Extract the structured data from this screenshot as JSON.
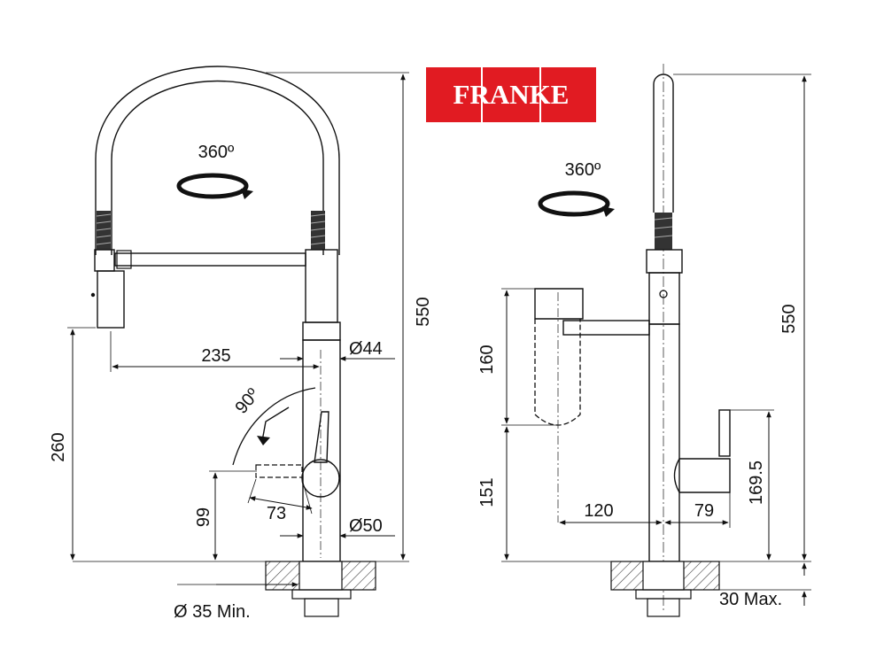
{
  "brand": {
    "name": "FRANKE",
    "color": "#e11b22"
  },
  "front_view": {
    "rotation_label": "360º",
    "width_label": "235",
    "tube_diameter_label": "Ø44",
    "base_diameter_label": "Ø50",
    "height_label": "550",
    "spout_height_label": "260",
    "lever_angle_label": "90º",
    "lever_height_label": "99",
    "lever_length_label": "73",
    "hole_label": "Ø 35 Min."
  },
  "side_view": {
    "rotation_label": "360º",
    "head_length_label": "160",
    "outlet_height_label": "151",
    "reach_label": "120",
    "lever_depth_label": "79",
    "lever_top_label": "169.5",
    "height_label": "550",
    "thickness_label": "30 Max."
  }
}
